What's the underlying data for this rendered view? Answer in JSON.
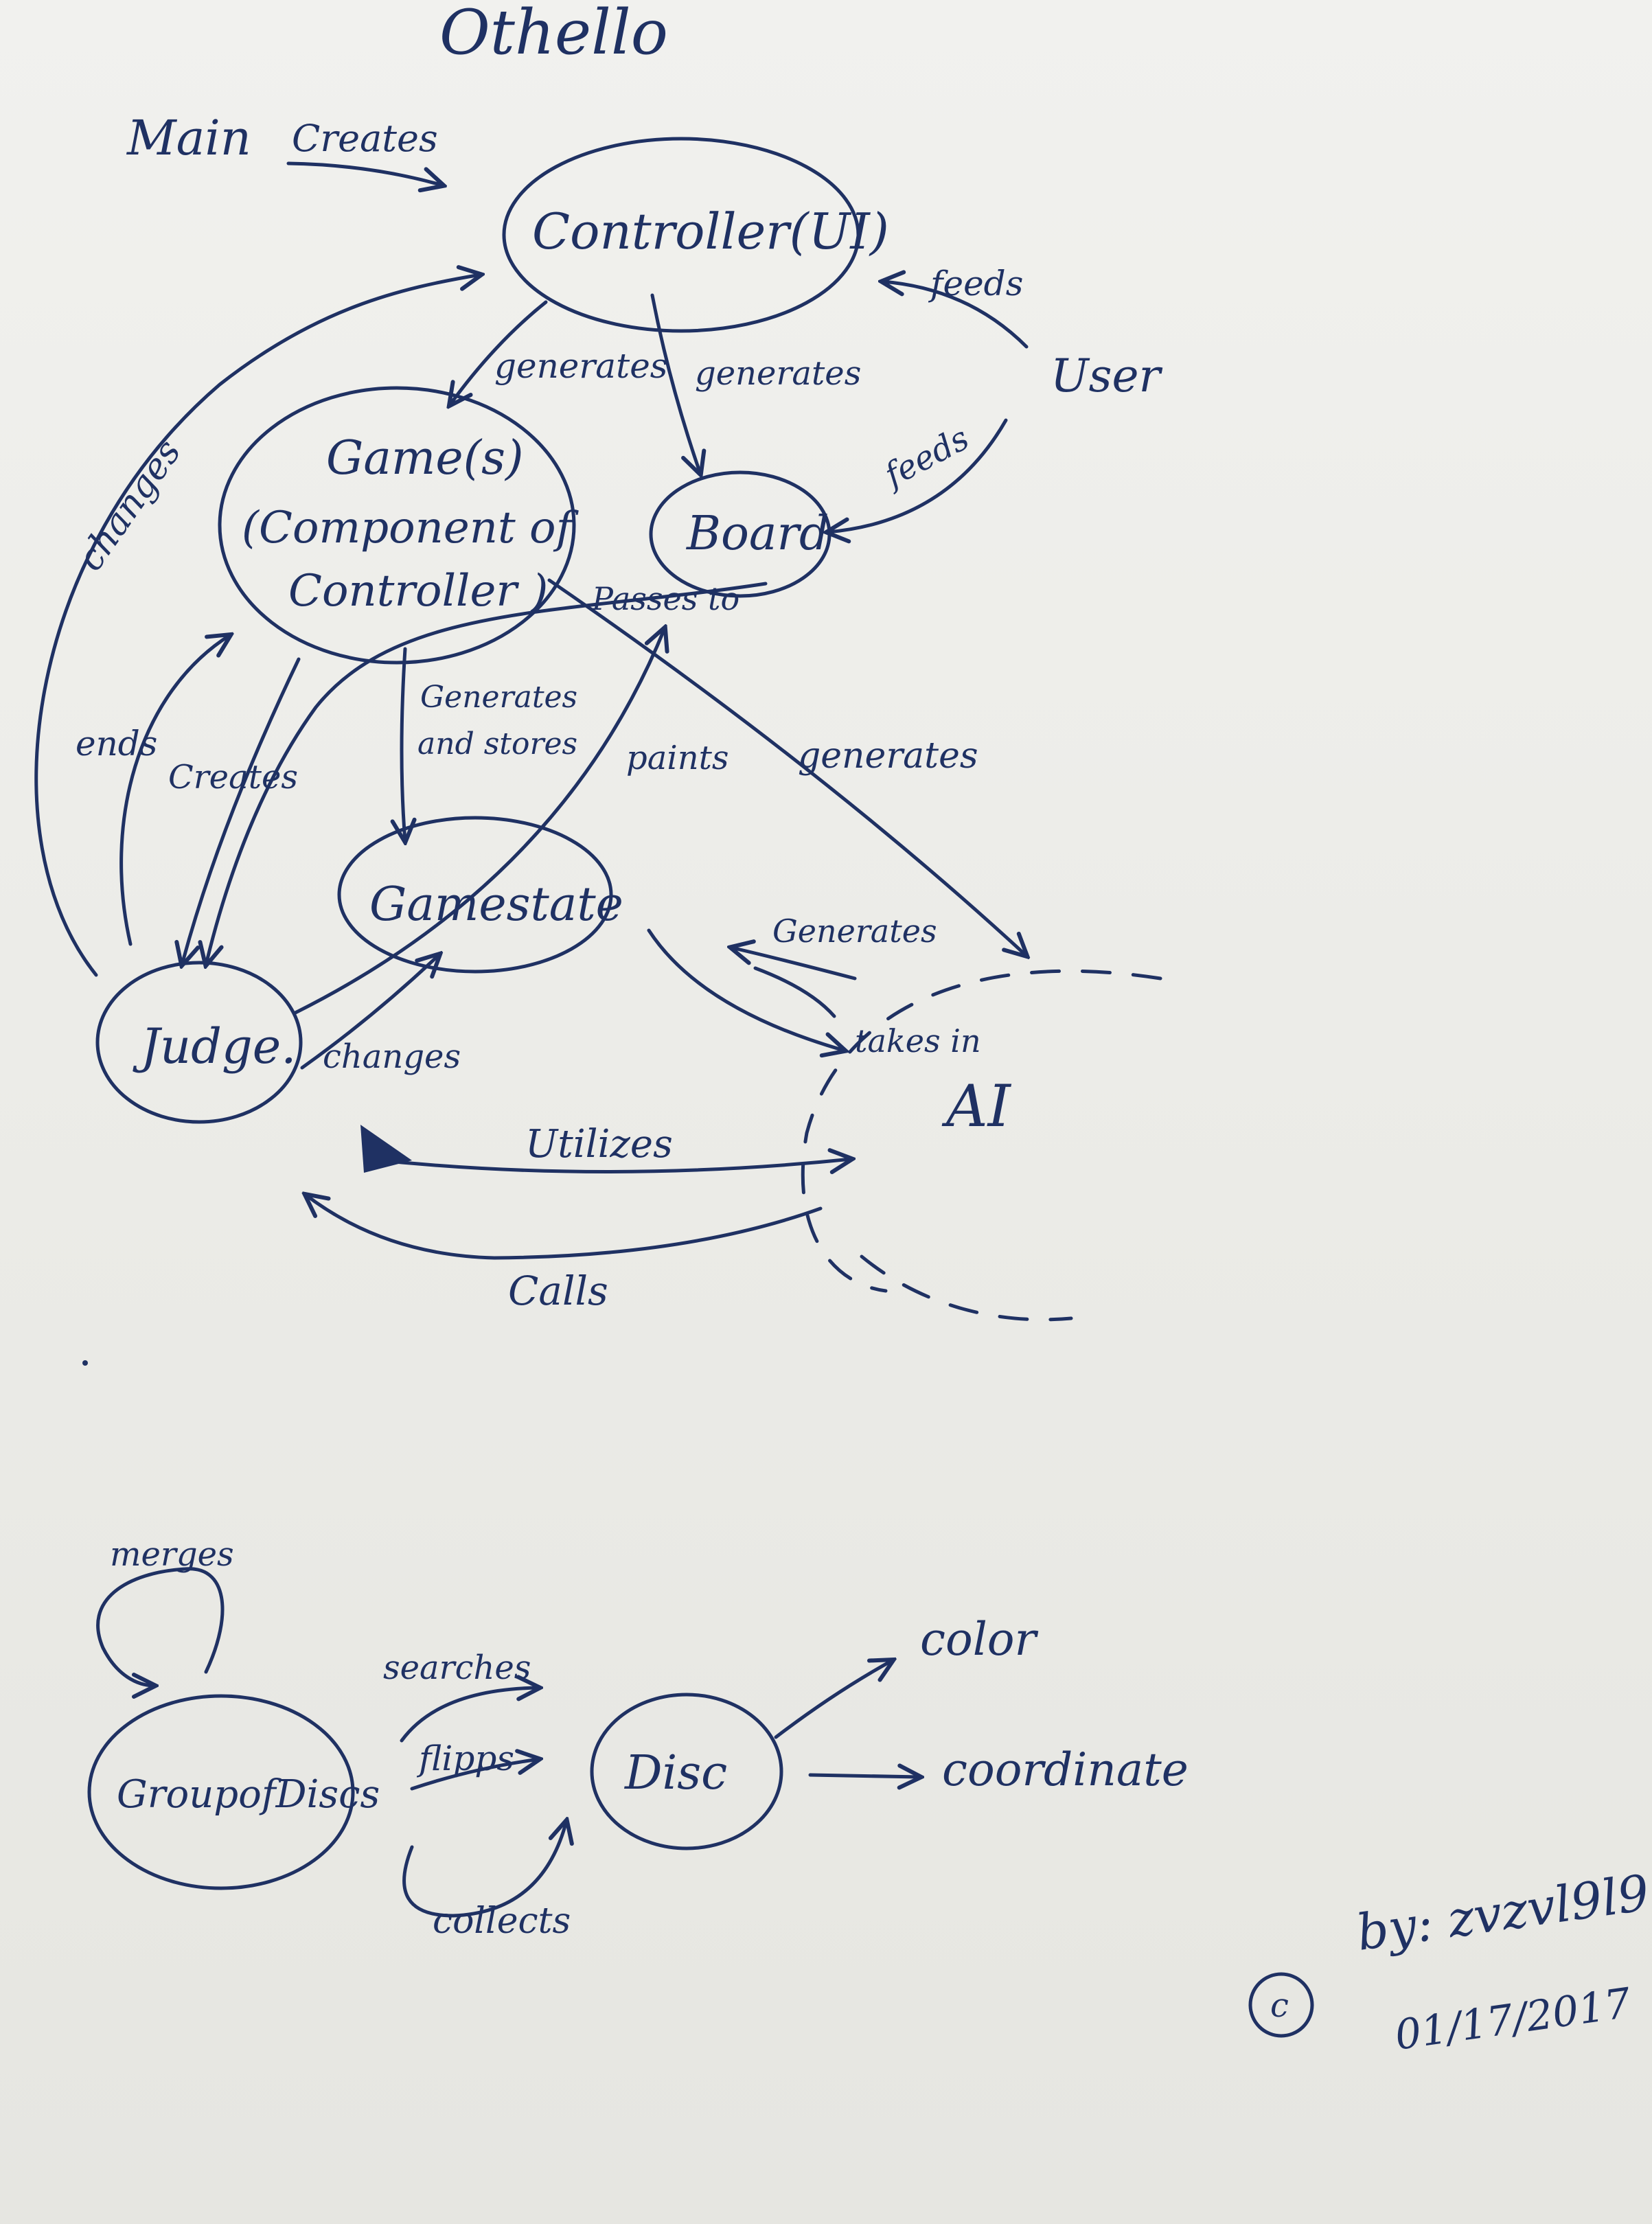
{
  "title": "Othello",
  "ink_color": "#1f3163",
  "paper_color": "#ecece8",
  "nodes": {
    "main": "Main",
    "controller": "Controller(UI)",
    "user": "User",
    "game_line1": "Game(s)",
    "game_line2": "(Component of",
    "game_line3": "Controller )",
    "board": "Board",
    "gamestate": "Gamestate",
    "judge": "Judge.",
    "ai": "AI",
    "group_of_discs": "GroupofDiscs",
    "disc": "Disc",
    "color": "color",
    "coordinate": "coordinate"
  },
  "edges": {
    "main_creates": "Creates",
    "user_feeds_controller": "feeds",
    "user_feeds_board": "feeds",
    "controller_generates_game": "generates",
    "controller_generates_board": "generates",
    "judge_changes_controller": "changes",
    "judge_ends_game": "ends",
    "game_creates_judge": "Creates",
    "game_generates_gamestate": "Generates",
    "game_generates_gamestate_2": "and stores",
    "board_passes_to": "Passes to",
    "gamestate_paints_board": "paints",
    "game_generates_ai": "generates",
    "ai_generates_gamestate": "Generates",
    "ai_takes_in": "takes in",
    "judge_changes_gamestate": "changes",
    "utilizes": "Utilizes",
    "calls": "Calls",
    "merges": "merges",
    "searches": "searches",
    "flipps": "flipps",
    "collects": "collects"
  },
  "signature": {
    "copyright": "c",
    "by": "by: zvzvl9l9",
    "date": "01/17/2017"
  }
}
